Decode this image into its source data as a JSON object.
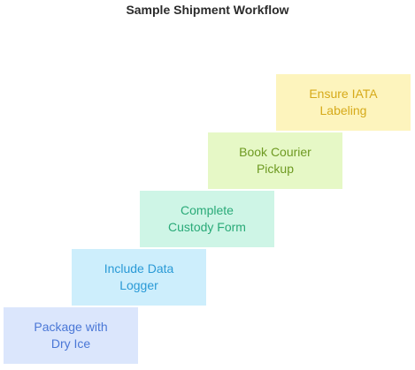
{
  "title": "Sample Shipment Workflow",
  "steps": [
    {
      "line1": "Package with",
      "line2": "Dry Ice",
      "fill": "#dbe6fc",
      "text_color": "#4a77d6"
    },
    {
      "line1": "Include Data",
      "line2": "Logger",
      "fill": "#cdeefc",
      "text_color": "#2a9ad6"
    },
    {
      "line1": "Complete",
      "line2": "Custody Form",
      "fill": "#cef5e6",
      "text_color": "#2aaa78"
    },
    {
      "line1": "Book Courier",
      "line2": "Pickup",
      "fill": "#e6f8c6",
      "text_color": "#6e9a22"
    },
    {
      "line1": "Ensure IATA",
      "line2": "Labeling",
      "fill": "#fdf4bd",
      "text_color": "#d6aa1a"
    }
  ]
}
